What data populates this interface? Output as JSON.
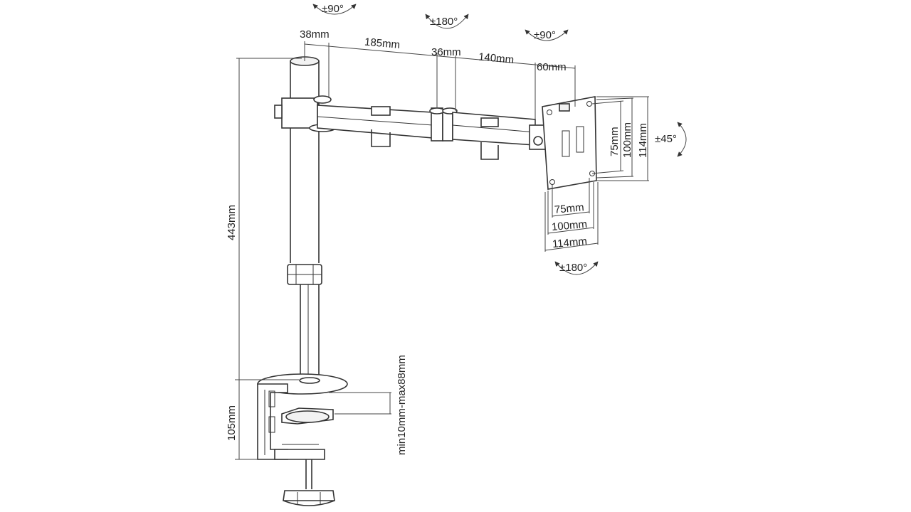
{
  "title": "",
  "rotation_labels": {
    "arm_base_swivel": "±90°",
    "arm_middle_swivel": "±180°",
    "head_swivel": "±90°",
    "plate_tilt": "±45°",
    "plate_rotation": "±180°"
  },
  "arm_dimensions": {
    "pole_offset": "38mm",
    "first_arm": "185mm",
    "joint": "36mm",
    "second_arm": "140mm",
    "head": "60mm"
  },
  "vesa_vertical": [
    "75mm",
    "100mm",
    "114mm"
  ],
  "vesa_horizontal": [
    "75mm",
    "100mm",
    "114mm"
  ],
  "heights": {
    "pole": "443mm",
    "clamp": "105mm"
  },
  "desk_thickness": "min10mm-max88mm"
}
